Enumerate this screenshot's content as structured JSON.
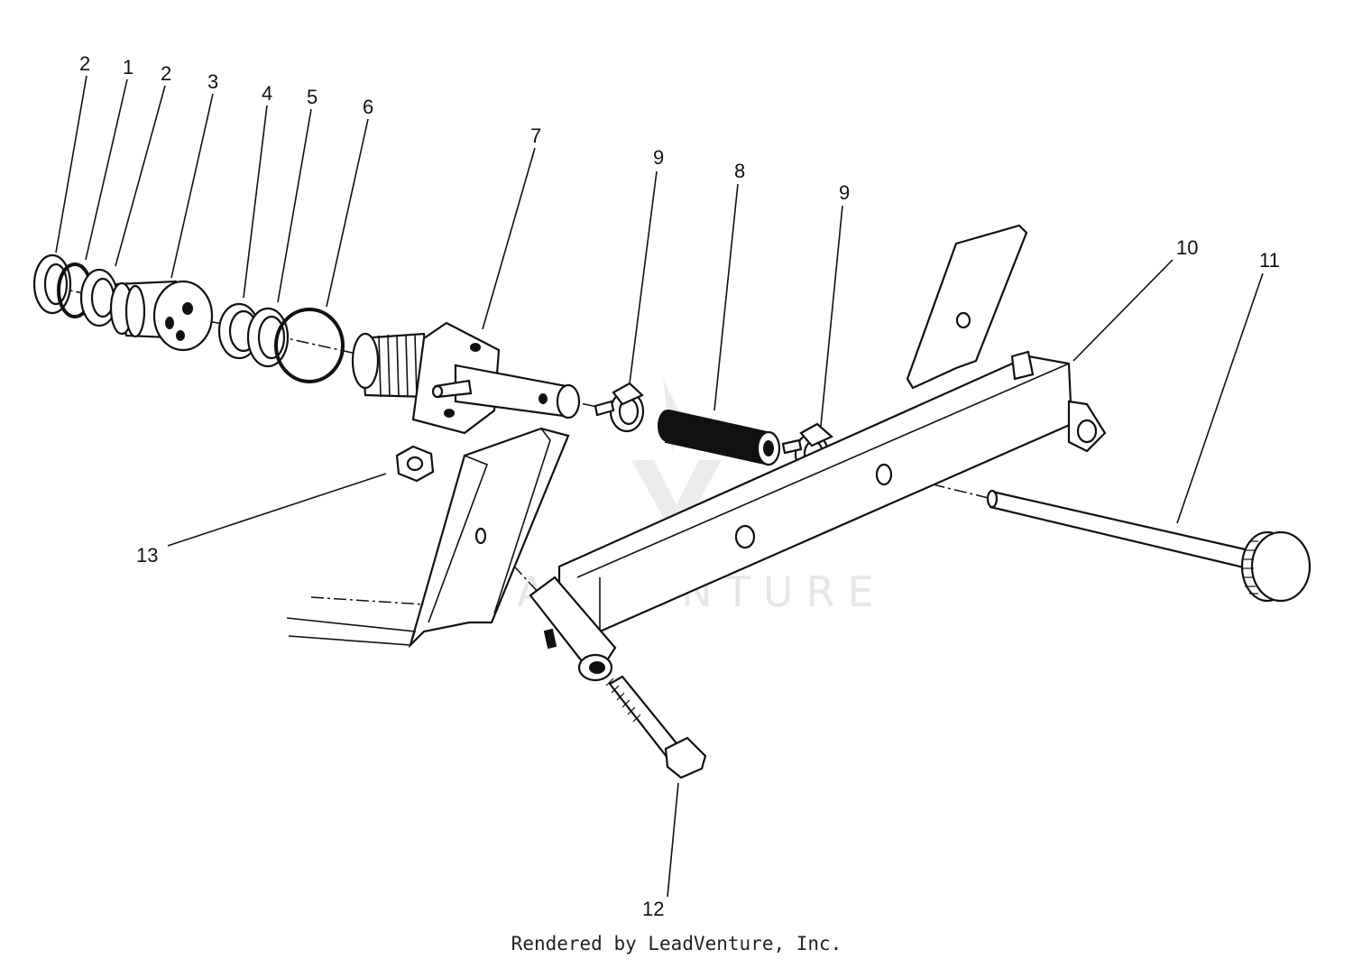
{
  "callouts": [
    {
      "id": "c2a",
      "label": "2"
    },
    {
      "id": "c1",
      "label": "1"
    },
    {
      "id": "c2b",
      "label": "2"
    },
    {
      "id": "c3",
      "label": "3"
    },
    {
      "id": "c4",
      "label": "4"
    },
    {
      "id": "c5",
      "label": "5"
    },
    {
      "id": "c6",
      "label": "6"
    },
    {
      "id": "c7",
      "label": "7"
    },
    {
      "id": "c9a",
      "label": "9"
    },
    {
      "id": "c8",
      "label": "8"
    },
    {
      "id": "c9b",
      "label": "9"
    },
    {
      "id": "c10",
      "label": "10"
    },
    {
      "id": "c11",
      "label": "11"
    },
    {
      "id": "c13",
      "label": "13"
    },
    {
      "id": "c12",
      "label": "12"
    }
  ],
  "watermark": "LEADVENTURE",
  "footer": "Rendered by LeadVenture, Inc.",
  "colors": {
    "line": "#111111",
    "background": "#ffffff",
    "watermark": "#e7e7e7"
  }
}
